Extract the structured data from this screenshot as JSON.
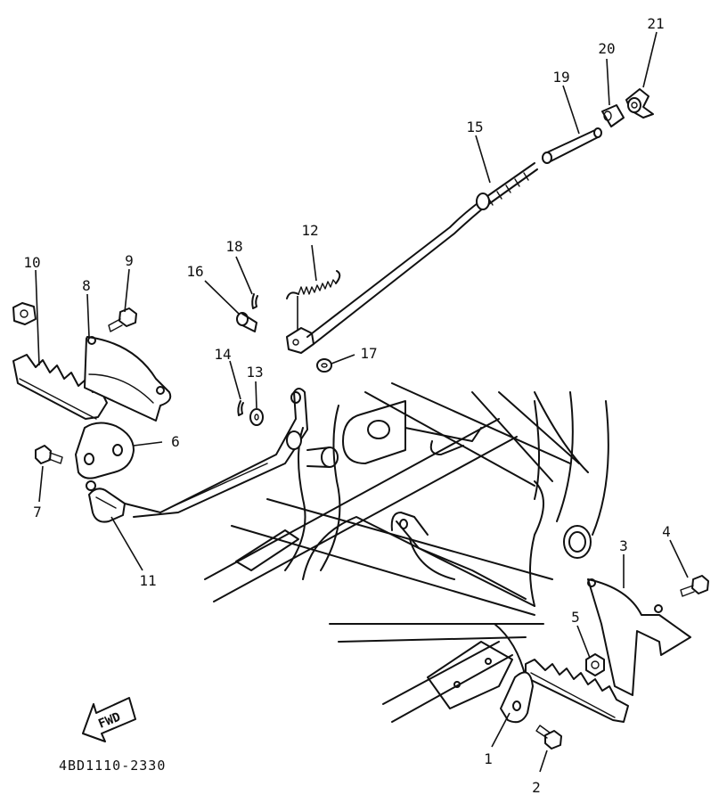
{
  "diagram_code": "4BD1110-2330",
  "direction_label": "FWD",
  "callouts": [
    {
      "id": "1",
      "label": "1",
      "part": "footrest-bracket-right"
    },
    {
      "id": "2",
      "label": "2",
      "part": "bolt"
    },
    {
      "id": "3",
      "label": "3",
      "part": "heel-guard-right"
    },
    {
      "id": "4",
      "label": "4",
      "part": "bolt"
    },
    {
      "id": "5",
      "label": "5",
      "part": "nut"
    },
    {
      "id": "6",
      "label": "6",
      "part": "footrest-bracket-left"
    },
    {
      "id": "7",
      "label": "7",
      "part": "bolt"
    },
    {
      "id": "8",
      "label": "8",
      "part": "heel-guard-left"
    },
    {
      "id": "9",
      "label": "9",
      "part": "bolt"
    },
    {
      "id": "10",
      "label": "10",
      "part": "nut"
    },
    {
      "id": "11",
      "label": "11",
      "part": "brake-pedal"
    },
    {
      "id": "12",
      "label": "12",
      "part": "spring"
    },
    {
      "id": "13",
      "label": "13",
      "part": "washer"
    },
    {
      "id": "14",
      "label": "14",
      "part": "cotter-pin"
    },
    {
      "id": "15",
      "label": "15",
      "part": "brake-rod"
    },
    {
      "id": "16",
      "label": "16",
      "part": "pin"
    },
    {
      "id": "17",
      "label": "17",
      "part": "washer"
    },
    {
      "id": "18",
      "label": "18",
      "part": "cotter-pin"
    },
    {
      "id": "19",
      "label": "19",
      "part": "rod"
    },
    {
      "id": "20",
      "label": "20",
      "part": "joint"
    },
    {
      "id": "21",
      "label": "21",
      "part": "wing-nut"
    }
  ]
}
